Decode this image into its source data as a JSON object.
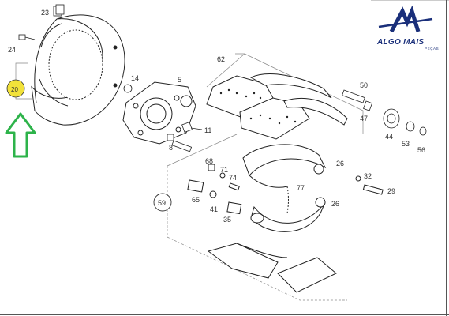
{
  "logo": {
    "name": "ALGO MAIS",
    "sub": "PEÇAS",
    "color": "#1a2f7a"
  },
  "highlight": {
    "part": "20",
    "fill": "#f2e23a",
    "arrow_color": "#2db34a"
  },
  "parts": {
    "p23": "23",
    "p24": "24",
    "p20": "20",
    "p62": "62",
    "p14": "14",
    "p5": "5",
    "p11": "11",
    "p8": "8",
    "p50": "50",
    "p47": "47",
    "p44": "44",
    "p53": "53",
    "p56": "56",
    "p68": "68",
    "p71": "71",
    "p74": "74",
    "p65": "65",
    "p41": "41",
    "p35": "35",
    "p77": "77",
    "p26a": "26",
    "p26b": "26",
    "p32": "32",
    "p29": "29",
    "p59": "59"
  }
}
